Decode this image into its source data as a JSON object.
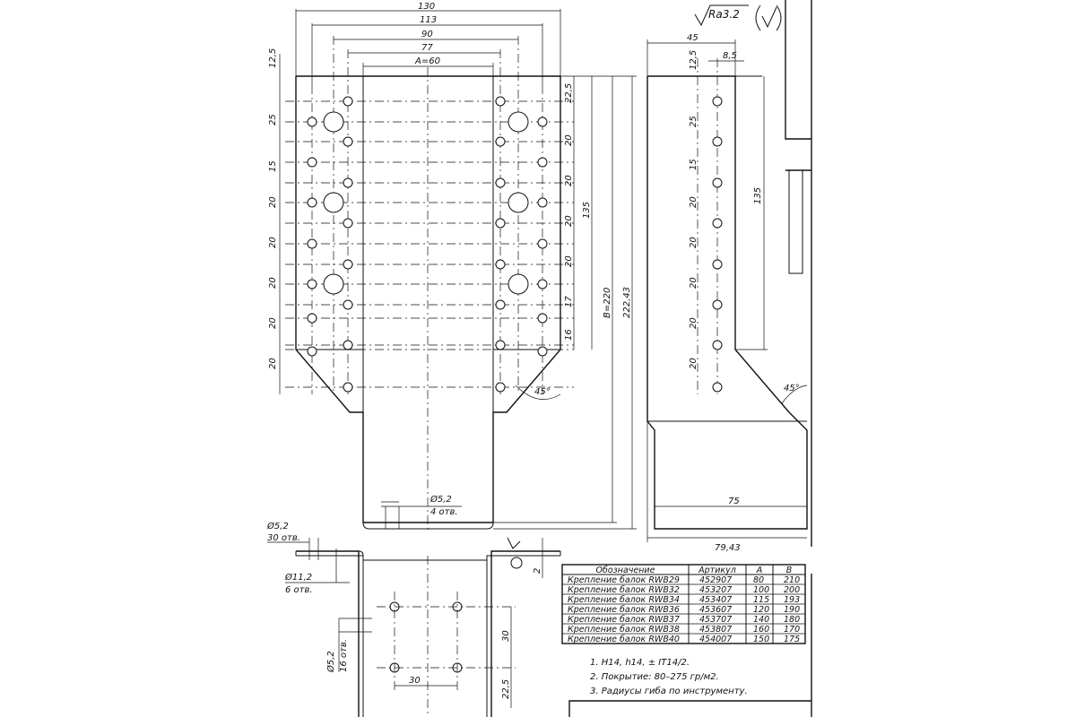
{
  "surface": {
    "symbol": "Ra3.2"
  },
  "front_view": {
    "dim_top": [
      "130",
      "113",
      "90",
      "77",
      "A=60"
    ],
    "dim_left": [
      "12,5",
      "25",
      "15",
      "20",
      "20",
      "20",
      "20",
      "20"
    ],
    "dim_right": [
      "22,5",
      "20",
      "20",
      "20",
      "20",
      "17",
      "16"
    ],
    "dim_135": "135",
    "dim_B": "B=220",
    "dim_total": "222,43",
    "angle": "45°",
    "hole_note": [
      "Ø5,2",
      "4 отв."
    ]
  },
  "side_view": {
    "dim_45": "45",
    "dim_85": "8,5",
    "dim_125": "12,5",
    "dim_left": [
      "25",
      "15",
      "20",
      "20",
      "20",
      "20",
      "20"
    ],
    "dim_135": "135",
    "angle": "45°",
    "dim_75": "75",
    "dim_7943": "79,43"
  },
  "bottom_view": {
    "note1": [
      "Ø5,2",
      "30 отв."
    ],
    "note2": [
      "Ø11,2",
      "6 отв."
    ],
    "note3": [
      "Ø5,2",
      "16 отв."
    ],
    "dim_30_v": "30",
    "dim_30_h": "30",
    "dim_225": "22,5",
    "dim_2": "2"
  },
  "table": {
    "headers": [
      "Обозначение",
      "Артикул",
      "A",
      "B"
    ],
    "rows": [
      [
        "Крепление балок RWB29",
        "452907",
        "80",
        "210"
      ],
      [
        "Крепление балок RWB32",
        "453207",
        "100",
        "200"
      ],
      [
        "Крепление балок RWB34",
        "453407",
        "115",
        "193"
      ],
      [
        "Крепление балок RWB36",
        "453607",
        "120",
        "190"
      ],
      [
        "Крепление балок RWB37",
        "453707",
        "140",
        "180"
      ],
      [
        "Крепление балок RWB38",
        "453807",
        "160",
        "170"
      ],
      [
        "Крепление балок RWB40",
        "454007",
        "150",
        "175"
      ]
    ]
  },
  "notes": [
    "1. H14, h14, ± IT14/2.",
    "2. Покрытие: 80–275 гр/м2.",
    "3. Радиусы гиба по инструменту."
  ]
}
